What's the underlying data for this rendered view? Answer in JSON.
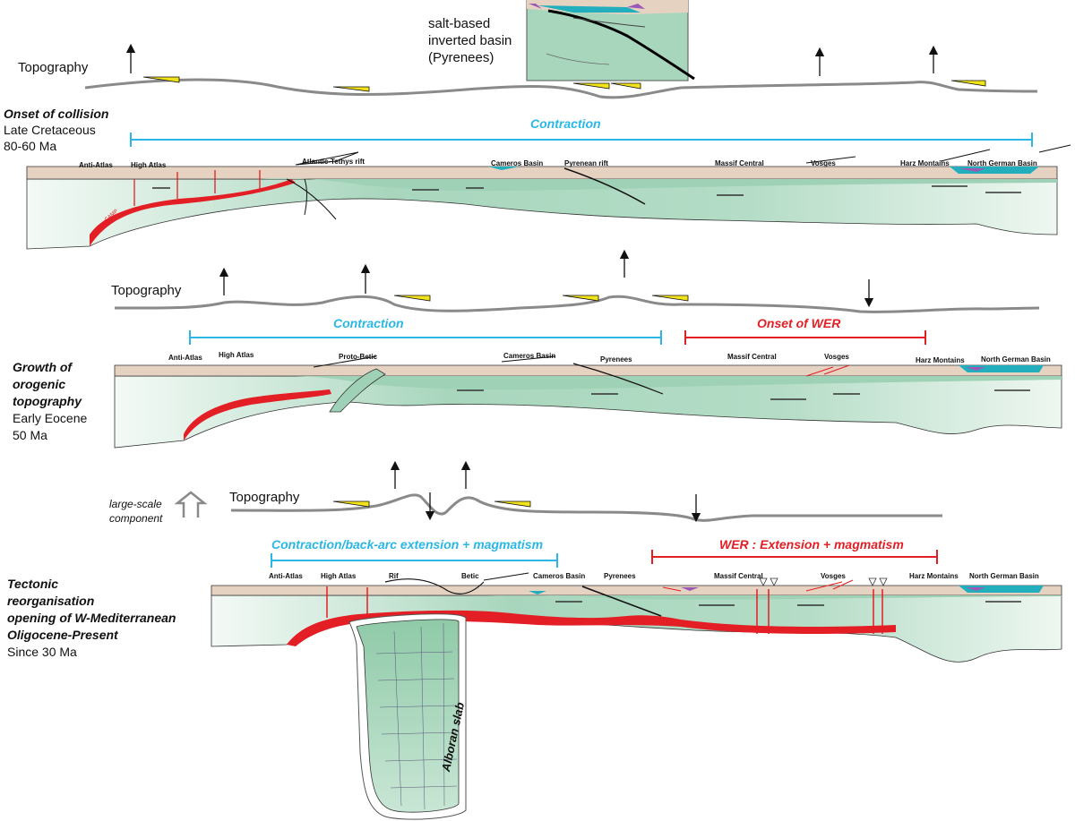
{
  "inset": {
    "caption_line1": "salt-based",
    "caption_line2": "inverted basin",
    "caption_line3": "(Pyrenees)"
  },
  "stages": [
    {
      "topography_label": "Topography",
      "title": "Onset of collision",
      "subtitle_line1": "Late Cretaceous",
      "subtitle_line2": "80-60 Ma",
      "contraction_label": "Contraction",
      "locations": [
        "Anti-Atlas",
        "High Atlas",
        "Atlantic-Tethys rift",
        "Cameros Basin",
        "Pyrenean rift",
        "Massif Central",
        "Vosges",
        "Harz Montains",
        "North German Basin"
      ],
      "camp_label": "CAMP"
    },
    {
      "topography_label": "Topography",
      "title_line1": "Growth of",
      "title_line2": "orogenic",
      "title_line3": "topography",
      "subtitle_line1": "Early Eocene",
      "subtitle_line2": "50 Ma",
      "contraction_label": "Contraction",
      "wer_label": "Onset of WER",
      "locations": [
        "Anti-Atlas",
        "High Atlas",
        "Proto-Betic",
        "Cameros Basin",
        "Pyrenees",
        "Massif Central",
        "Vosges",
        "Harz Montains",
        "North German Basin"
      ]
    },
    {
      "topography_label": "Topography",
      "large_scale_line1": "large-scale",
      "large_scale_line2": "component",
      "title_line1": "Tectonic",
      "title_line2": "reorganisation",
      "title_line3": "opening of W-Mediterranean",
      "title_line4": "Oligocene-Present",
      "subtitle": "Since 30 Ma",
      "contraction_label": "Contraction/back-arc extension + magmatism",
      "wer_label": "WER : Extension + magmatism",
      "locations": [
        "Anti-Atlas",
        "High Atlas",
        "Rif",
        "Betic",
        "Cameros Basin",
        "Pyrenees",
        "Massif Central",
        "Vosges",
        "Harz Montains",
        "North German Basin"
      ],
      "slab_label": "Alboran slab"
    }
  ],
  "colors": {
    "contraction": "#2ab7e6",
    "wer": "#e31e24",
    "lithosphere": "#9fd1b6",
    "crust": "#e6d2c1",
    "basin_fill": "#f1e21a",
    "topography_line": "#8a8a8a",
    "magma": "#e31e24"
  }
}
